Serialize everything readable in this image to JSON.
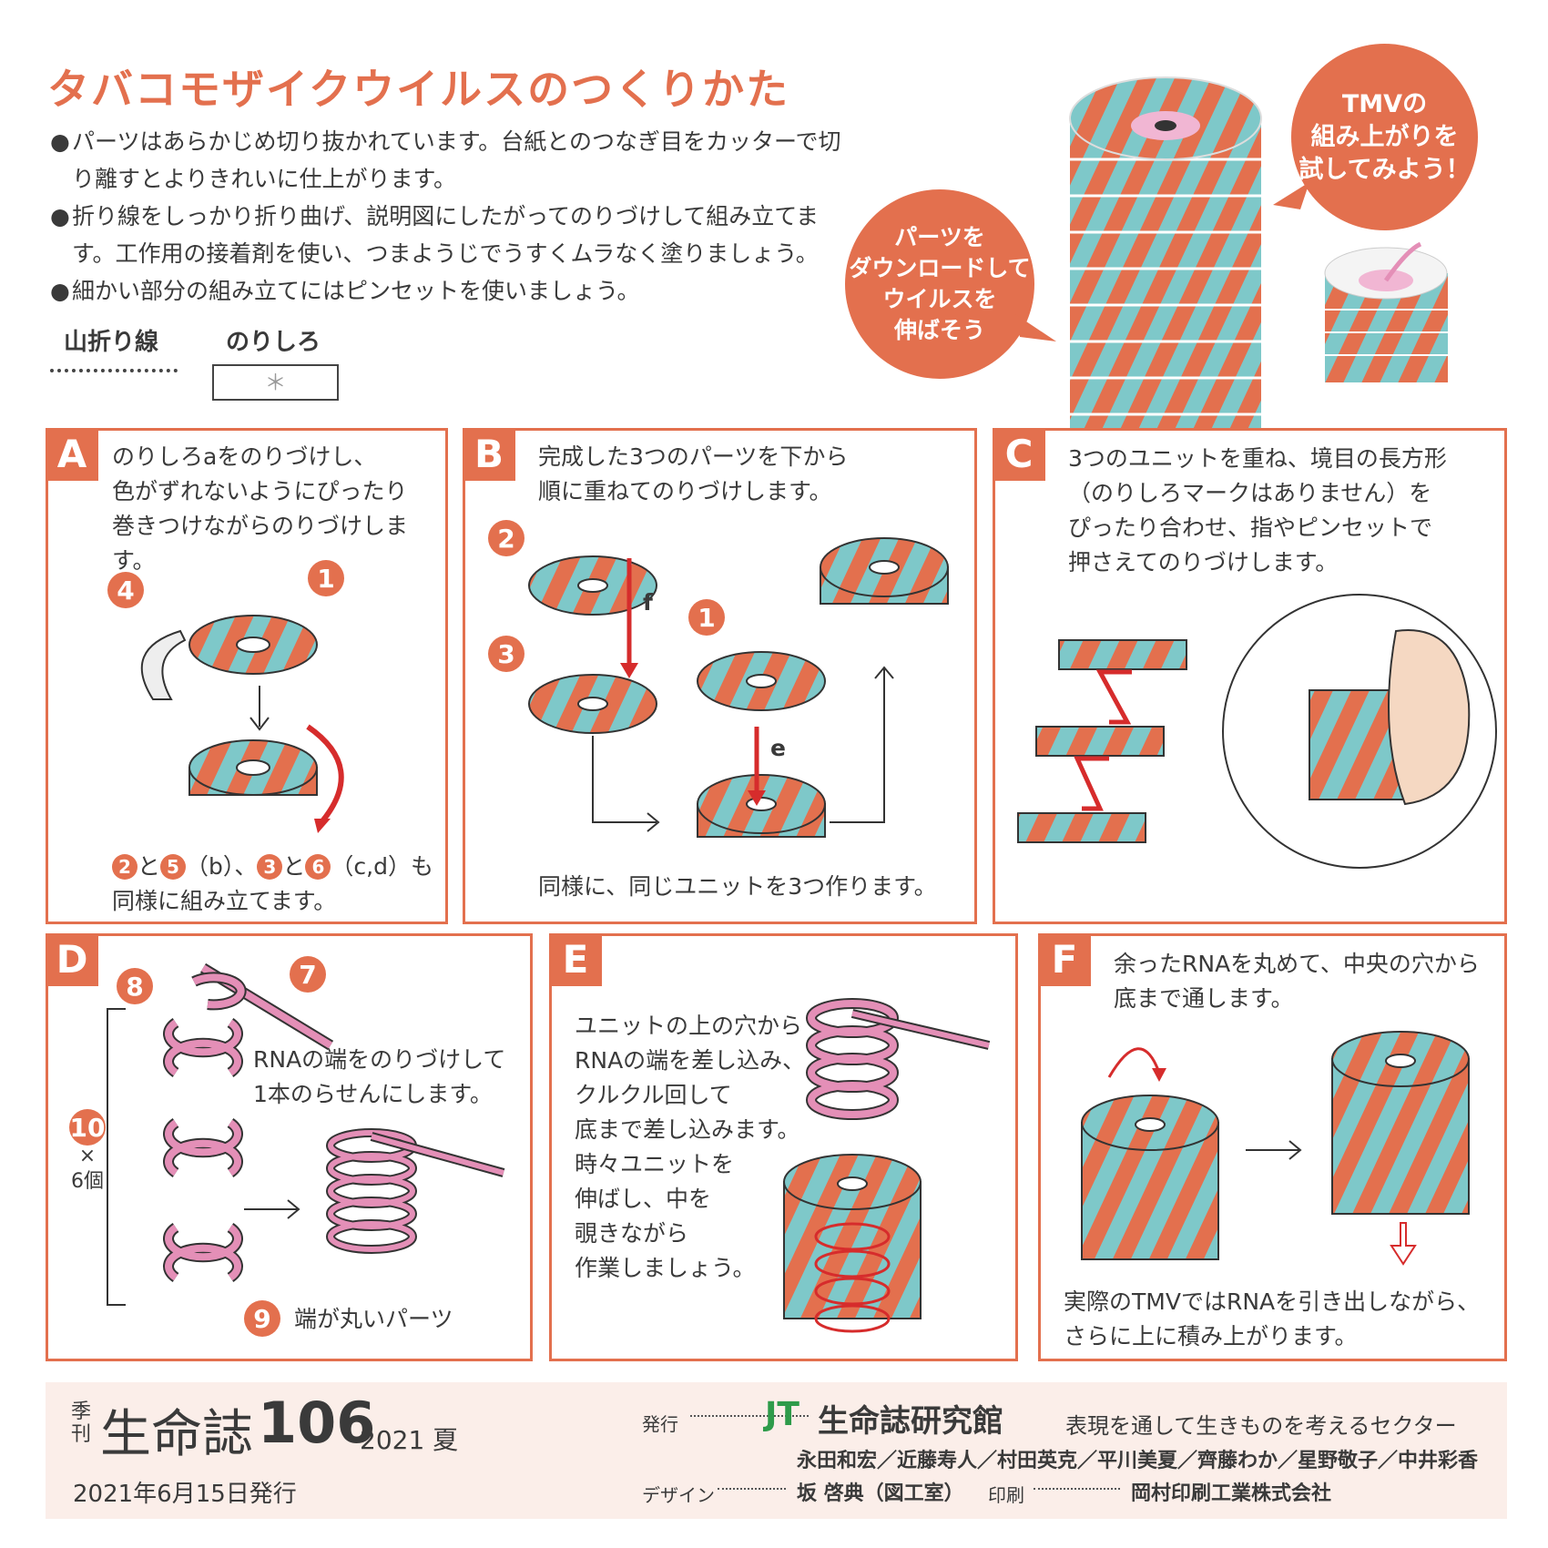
{
  "title": "タバコモザイクウイルスのつくりかた",
  "bullets": [
    "パーツはあらかじめ切り抜かれています。台紙とのつなぎ目をカッターで切り離すとよりきれいに仕上がります。",
    "折り線をしっかり折り曲げ、説明図にしたがってのりづけして組み立てます。工作用の接着剤を使い、つまようじでうすくムラなく塗りましょう。",
    "細かい部分の組み立てにはピンセットを使いましょう。"
  ],
  "bullet_mark": "●",
  "legend": {
    "mountain_fold": "山折り線",
    "glue_margin": "のりしろ",
    "glue_mark": "＊"
  },
  "bubble_left": "パーツを\nダウンロードして\nウイルスを\n伸ばそう",
  "bubble_right": "TMVの\n組み上がりを\n試してみよう！",
  "colors": {
    "accent": "#e3704e",
    "teal": "#7ec8c9",
    "pink": "#e48fb7",
    "footer_bg": "#fbeee9"
  },
  "panels": {
    "A": {
      "label": "A",
      "text": "のりしろaをのりづけし、\n色がずれないようにぴったり\n巻きつけながらのりづけします。",
      "nums": [
        "4",
        "1"
      ],
      "bottom_nums": [
        "2",
        "5",
        "3",
        "6"
      ],
      "bottom_to1": "と",
      "bottom_b": "（b）、",
      "bottom_to2": "と",
      "bottom_cd": "（c,d）も",
      "bottom_line2": "同様に組み立てます。"
    },
    "B": {
      "label": "B",
      "text": "完成した3つのパーツを下から\n順に重ねてのりづけします。",
      "nums": [
        "2",
        "3",
        "1"
      ],
      "letter_f": "f",
      "letter_e": "e",
      "bottom": "同様に、同じユニットを3つ作ります。"
    },
    "C": {
      "label": "C",
      "text": "3つのユニットを重ね、境目の長方形\n（のりしろマークはありません）を\nぴったり合わせ、指やピンセットで\n押さえてのりづけします。"
    },
    "D": {
      "label": "D",
      "nums": [
        "8",
        "7",
        "10",
        "9"
      ],
      "times": "×\n6個",
      "text": "RNAの端をのりづけして\n1本のらせんにします。",
      "end_label": "端が丸いパーツ"
    },
    "E": {
      "label": "E",
      "text": "ユニットの上の穴から\nRNAの端を差し込み、\nクルクル回して\n底まで差し込みます。\n時々ユニットを\n伸ばし、中を\n覗きながら\n作業しましょう。"
    },
    "F": {
      "label": "F",
      "text": "余ったRNAを丸めて、中央の穴から\n底まで通します。",
      "bottom": "実際のTMVではRNAを引き出しながら、\nさらに上に積み上がります。"
    }
  },
  "footer": {
    "ki": "季",
    "kan": "刊",
    "name": "生命誌",
    "issue": "106",
    "year_season": "2021 夏",
    "date": "2021年6月15日発行",
    "publisher_label": "発行",
    "publisher_logo": "JT",
    "publisher": "生命誌研究館",
    "tagline": "表現を通して生きものを考えるセクター",
    "members": "永田和宏／近藤寿人／村田英克／平川美夏／齊藤わか／星野敬子／中井彩香",
    "design_label": "デザイン",
    "designer": "坂 啓典（図工室）",
    "print_label": "印刷",
    "printer": "岡村印刷工業株式会社"
  }
}
